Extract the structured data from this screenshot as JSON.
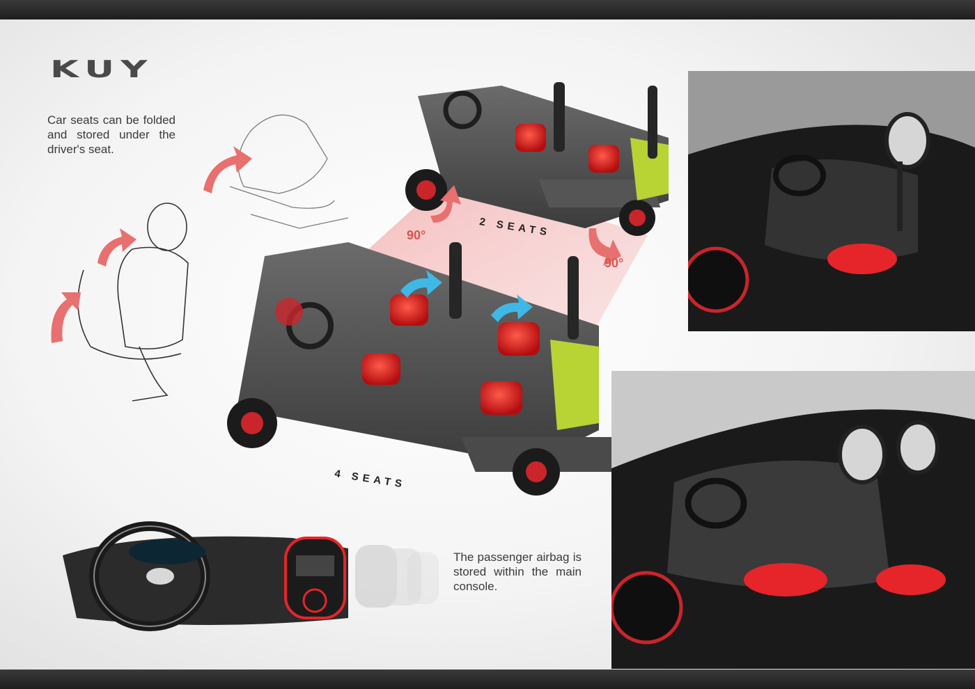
{
  "brand": {
    "logo_text": "KUY"
  },
  "notes": {
    "seats_folding": "Car seats can be folded and stored under the driver's seat.",
    "airbag": "The passenger airbag is stored within the main console."
  },
  "configurations": {
    "two_seats_label": "2 SEATS",
    "four_seats_label": "4 SEATS",
    "rotation_left": "90°",
    "rotation_right": "90°"
  },
  "colors": {
    "accent_red": "#e5252a",
    "lime": "#b7d334",
    "arrow_cyan": "#3fb8e6",
    "arrow_pink": "#e8706f"
  },
  "icons": [
    "rotate-arrow-icon",
    "flip-arrow-icon"
  ]
}
